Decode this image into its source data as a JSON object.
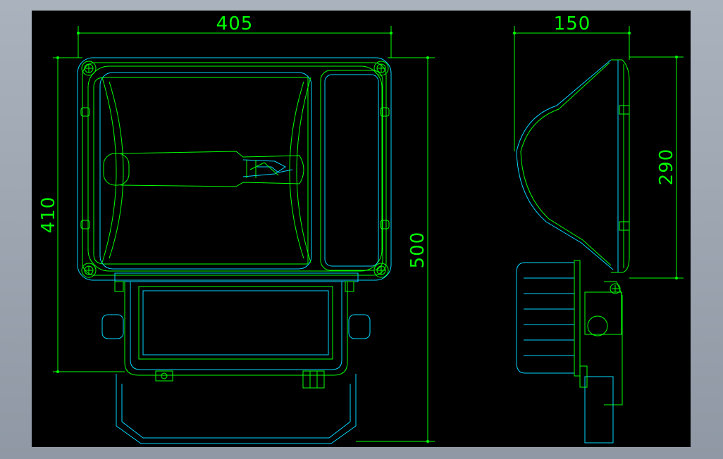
{
  "drawing": {
    "background": "#000000",
    "frame_color": "#9aa3ae",
    "line_colors": {
      "outline": "#00ff00",
      "detail": "#00d8ff"
    },
    "front_view": {
      "width_dimension": "405",
      "body_height_dimension": "410",
      "total_height_dimension": "500"
    },
    "side_view": {
      "depth_dimension": "150",
      "lens_height_dimension": "290"
    }
  }
}
